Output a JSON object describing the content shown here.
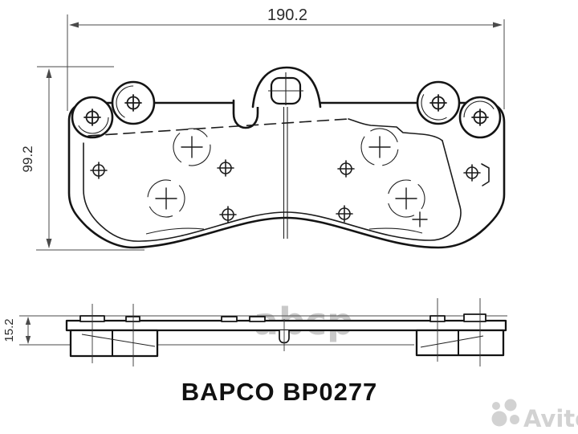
{
  "part": {
    "caption": "BAPCO BP0277",
    "brand": "BAPCO",
    "number": "BP0277"
  },
  "dimensions": {
    "overall_width": "190.2",
    "overall_height": "99.2",
    "profile_thickness": "15.2"
  },
  "views": {
    "top_view": "brake-pad front outline with mounting lugs, center tab with hole and rivet marks",
    "side_view": "brake-pad side profile with backing plate and friction blocks"
  },
  "watermarks": {
    "supplier": "abcp",
    "marketplace": "Avito"
  },
  "colors": {
    "line": "#141414",
    "dimension_line": "#4a4a4a",
    "watermark_gray": "#c9c9c9",
    "background": "#ffffff"
  }
}
